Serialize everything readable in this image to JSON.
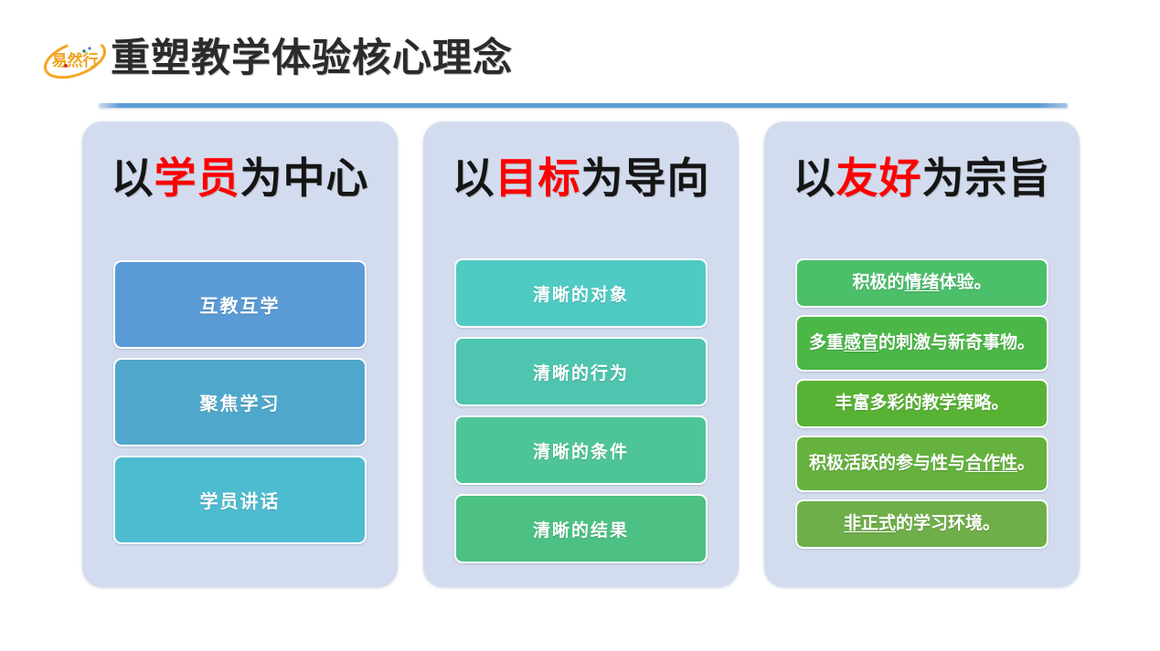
{
  "header": {
    "logo_text": "易然行",
    "logo_name": "yiranxing-logo",
    "title": "重塑教学体验核心理念",
    "rule_color": "#5b9bd5"
  },
  "theme": {
    "panel_bg": "#d3dcee",
    "highlight_red": "#ff0000",
    "title_color": "#2b2b2b",
    "chip_text": "#ffffff"
  },
  "columns": [
    {
      "id": "learner-centered",
      "heading_pre": "以",
      "heading_hl": "学员",
      "heading_post": "为中心",
      "heading_full": "以学员为中心",
      "chips": [
        {
          "label": "互教互学",
          "color": "#5b9bd5",
          "lines": 1
        },
        {
          "label": "聚焦学习",
          "color": "#4fa8cc",
          "lines": 1
        },
        {
          "label": "学员讲话",
          "color": "#4ebcd0",
          "lines": 1
        }
      ]
    },
    {
      "id": "goal-oriented",
      "heading_pre": "以",
      "heading_hl": "目标",
      "heading_post": "为导向",
      "heading_full": "以目标为导向",
      "chips": [
        {
          "label": "清晰的对象",
          "color": "#4fcbc4",
          "lines": 1
        },
        {
          "label": "清晰的行为",
          "color": "#4ec5ae",
          "lines": 1
        },
        {
          "label": "清晰的条件",
          "color": "#4ec596",
          "lines": 1
        },
        {
          "label": "清晰的结果",
          "color": "#4cc183",
          "lines": 1
        }
      ]
    },
    {
      "id": "friendliness",
      "heading_pre": "以",
      "heading_hl": "友好",
      "heading_post": "为宗旨",
      "heading_full": "以友好为宗旨",
      "chips": [
        {
          "label": "积极的情绪体验。",
          "underline": "情绪",
          "color": "#4cbf6b",
          "lines": 1
        },
        {
          "label": "多重感官的刺激与新奇事物。",
          "underline": "感官",
          "color": "#4bb747",
          "lines": 2
        },
        {
          "label": "丰富多彩的教学策略。",
          "underline": "",
          "color": "#58b234",
          "lines": 1
        },
        {
          "label": "积极活跃的参与性与 合作性。",
          "underline": "合作性",
          "color": "#65b23e",
          "lines": 2
        },
        {
          "label": "非正式的学习环境。",
          "underline": "非正式",
          "color": "#6faf4a",
          "lines": 1
        }
      ]
    }
  ]
}
